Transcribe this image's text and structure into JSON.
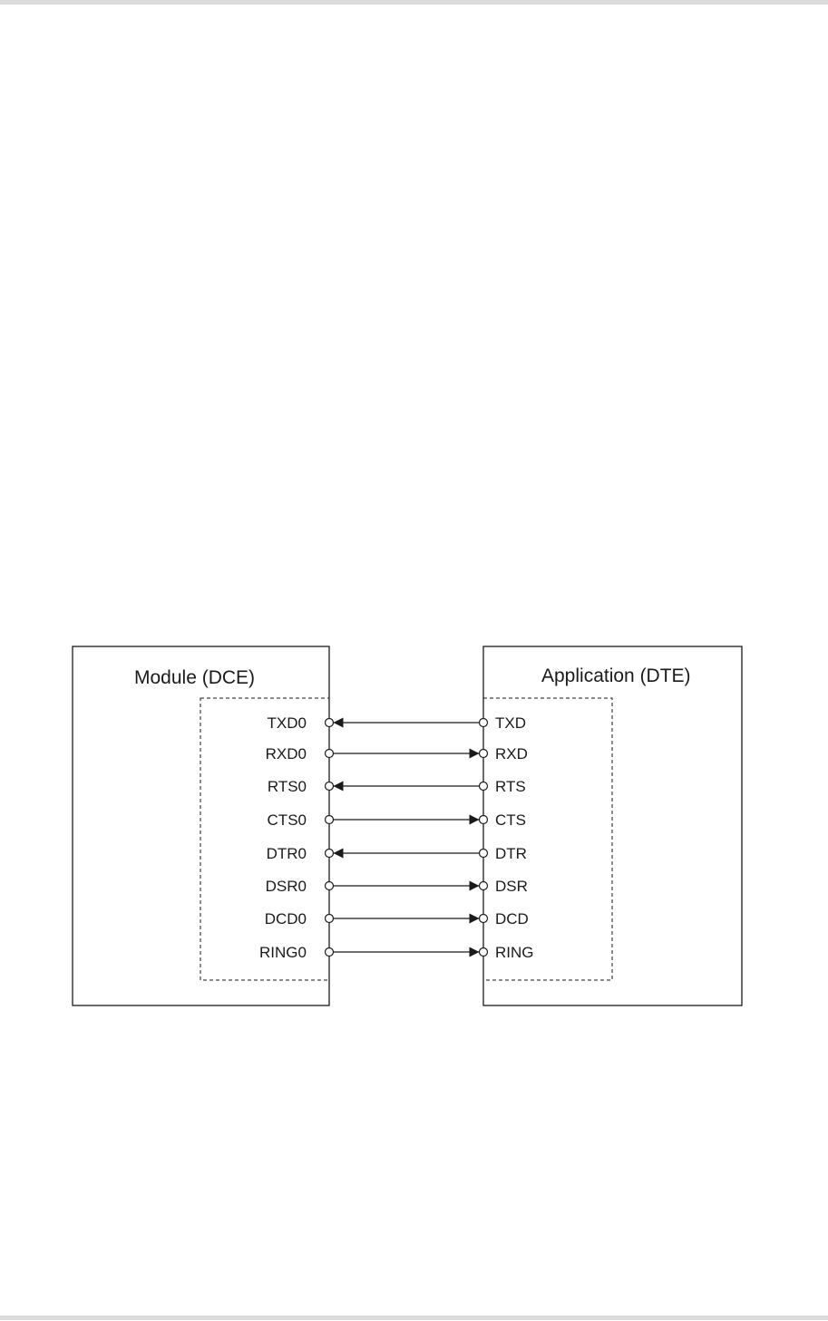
{
  "diagram": {
    "dce": {
      "title": "Module (DCE)"
    },
    "dte": {
      "title": "Application (DTE)"
    },
    "signals": [
      {
        "dce_label": "TXD0",
        "dte_label": "TXD",
        "direction": "to-dce"
      },
      {
        "dce_label": "RXD0",
        "dte_label": "RXD",
        "direction": "to-dte"
      },
      {
        "dce_label": "RTS0",
        "dte_label": "RTS",
        "direction": "to-dce"
      },
      {
        "dce_label": "CTS0",
        "dte_label": "CTS",
        "direction": "to-dte"
      },
      {
        "dce_label": "DTR0",
        "dte_label": "DTR",
        "direction": "to-dce"
      },
      {
        "dce_label": "DSR0",
        "dte_label": "DSR",
        "direction": "to-dte"
      },
      {
        "dce_label": "DCD0",
        "dte_label": "DCD",
        "direction": "to-dte"
      },
      {
        "dce_label": "RING0",
        "dte_label": "RING",
        "direction": "to-dte"
      }
    ],
    "colors": {
      "line": "#1a1a1a",
      "edge_bar": "#dcdcdc"
    }
  }
}
